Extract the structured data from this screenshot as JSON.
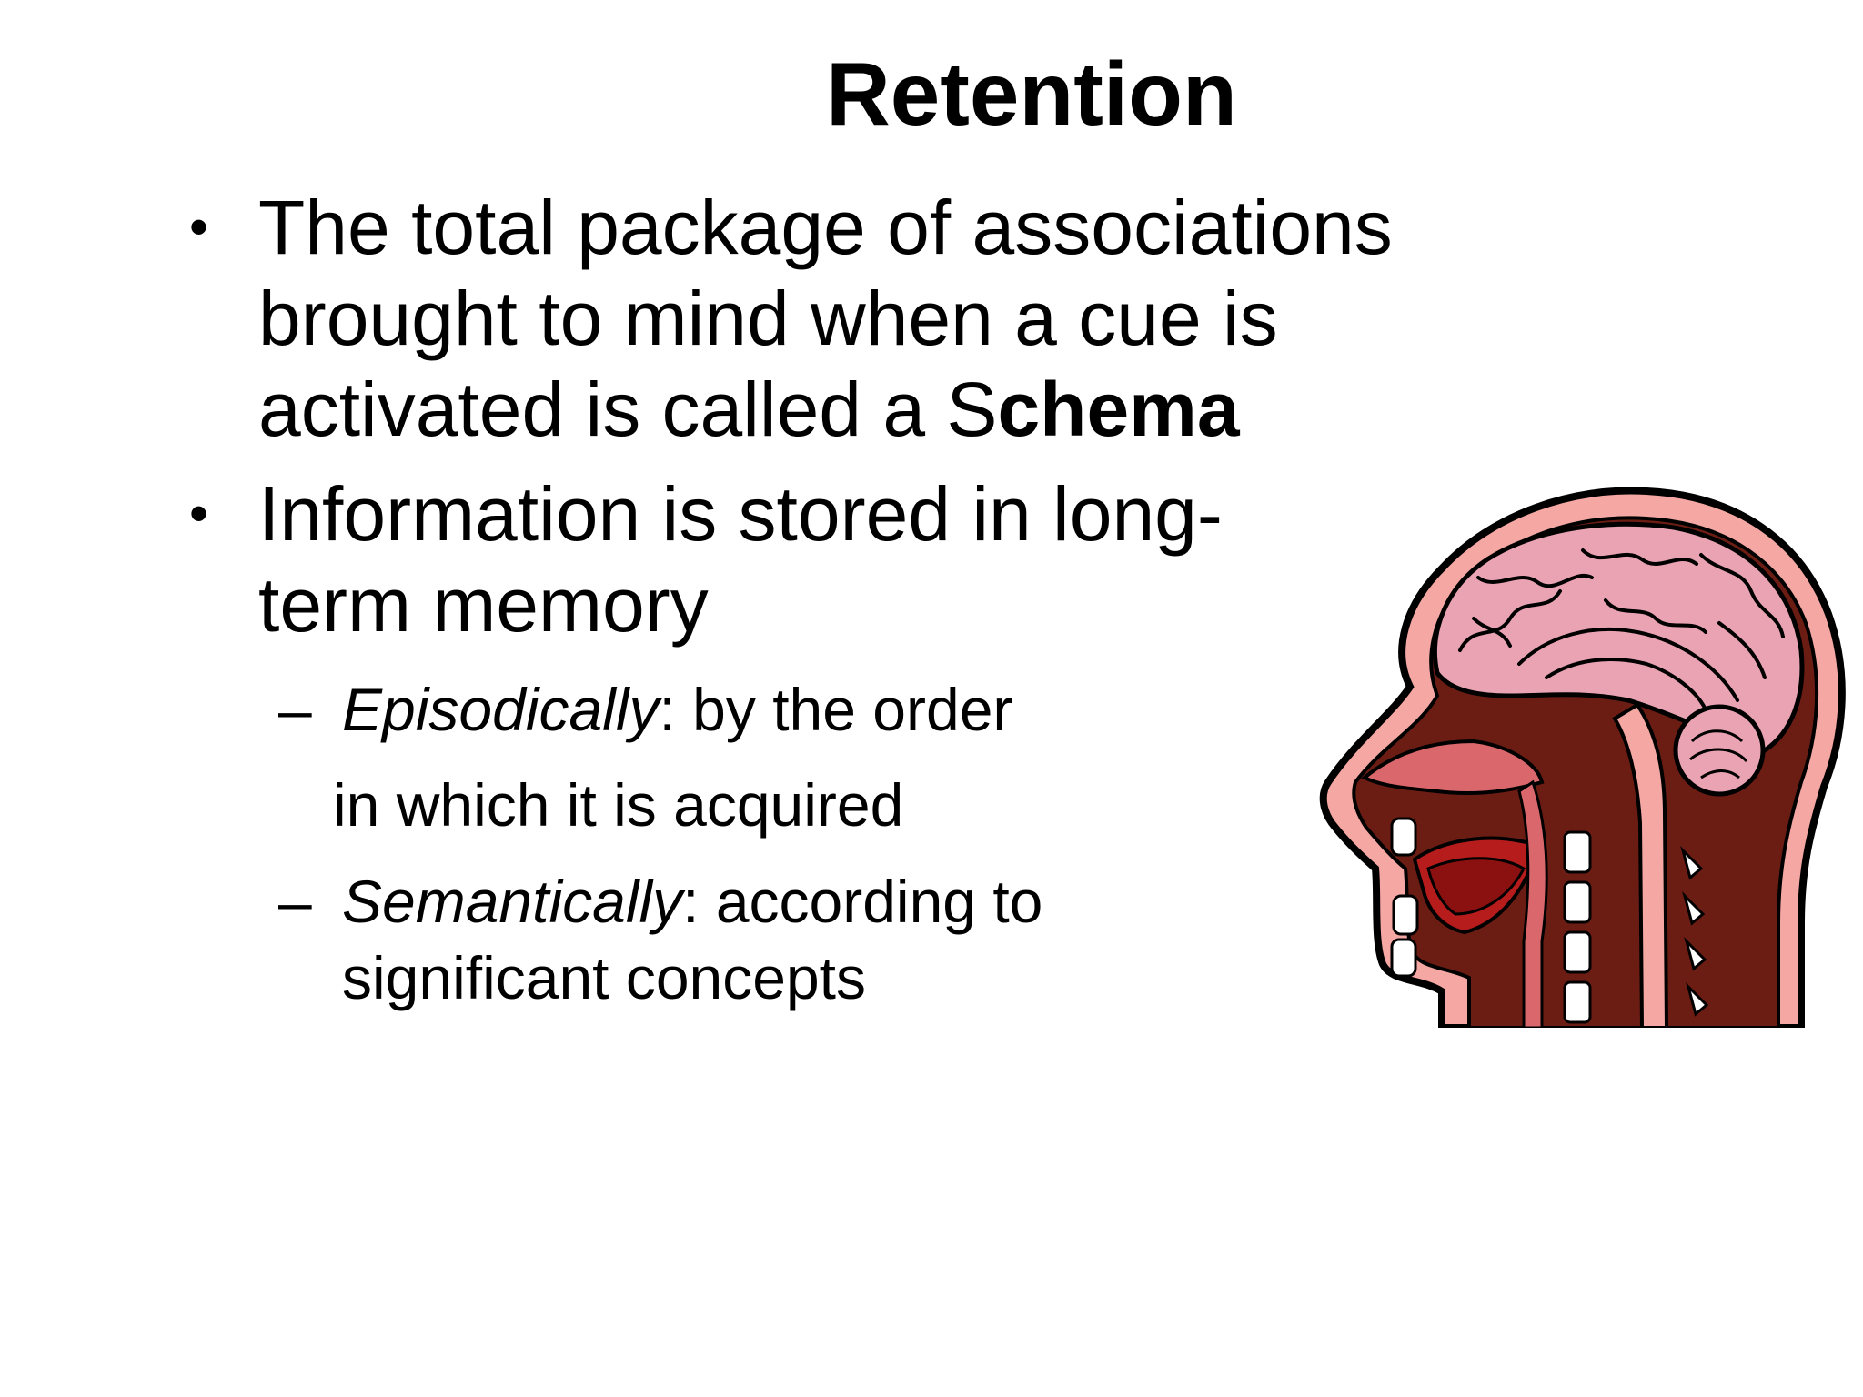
{
  "slide": {
    "title": "Retention",
    "bullets": [
      {
        "bullet_char": "•",
        "lines": [
          "The total package of associations",
          "brought to mind when a cue is"
        ],
        "last_line_prefix": "activated is called a S",
        "last_line_bold": "chema"
      },
      {
        "bullet_char": "•",
        "lines": [
          "Information is stored in long-",
          "term memory"
        ]
      }
    ],
    "sub_bullets": [
      {
        "dash": "–",
        "italic": "Episodically",
        "rest": ": by the order",
        "continuation": "in which it is acquired"
      },
      {
        "dash": "–",
        "italic": "Semantically",
        "rest": ": according to",
        "continuation": "significant concepts"
      }
    ]
  },
  "illustration": {
    "icon": "head-cross-section-icon",
    "colors": {
      "outline": "#000000",
      "skin": "#f4a7a3",
      "tissue": "#6b1d14",
      "brain": "#e9a3b3",
      "mouth": "#b71c1c",
      "teeth": "#ffffff"
    }
  }
}
